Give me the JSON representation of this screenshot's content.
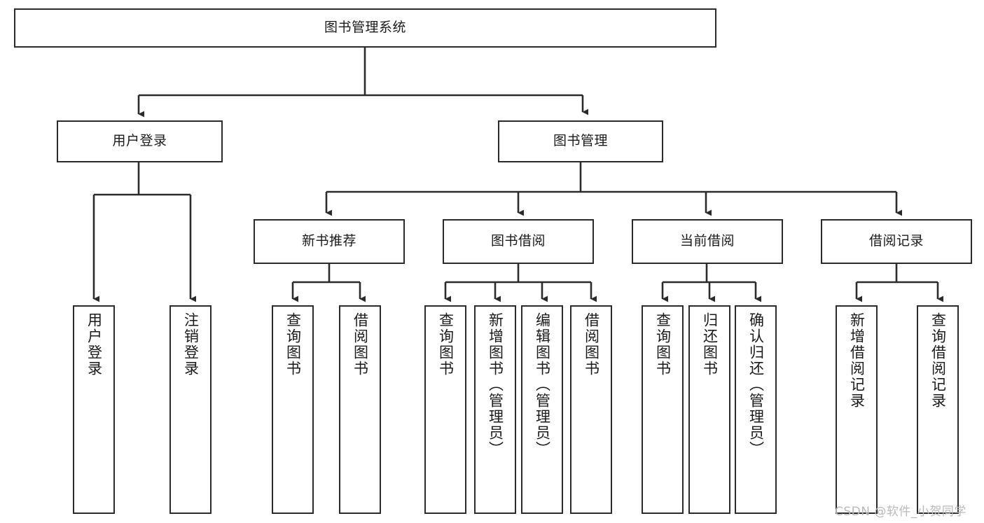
{
  "diagram": {
    "title": "图书管理系统",
    "type": "tree",
    "orientation": "top-down",
    "style": {
      "box_border_color": "#2b2b2b",
      "box_fill_color": "#ffffff",
      "connector_color": "#2b2b2b",
      "background_color": "#ffffff",
      "watermark_color": "#b9b9b9"
    },
    "root": {
      "label": "图书管理系统"
    },
    "level1": [
      {
        "id": "user-login",
        "label": "用户登录"
      },
      {
        "id": "book-management",
        "label": "图书管理"
      }
    ],
    "level2": [
      {
        "id": "new-book-recommend",
        "label": "新书推荐",
        "parent": "book-management"
      },
      {
        "id": "book-borrow",
        "label": "图书借阅",
        "parent": "book-management"
      },
      {
        "id": "current-borrow",
        "label": "当前借阅",
        "parent": "book-management"
      },
      {
        "id": "borrow-record",
        "label": "借阅记录",
        "parent": "book-management"
      }
    ],
    "leaves": {
      "user-login": [
        {
          "id": "leaf-user-login",
          "label": "用户登录"
        },
        {
          "id": "leaf-logout-login",
          "label": "注销登录"
        }
      ],
      "new-book-recommend": [
        {
          "id": "leaf-query-book-1",
          "label": "查询图书"
        },
        {
          "id": "leaf-borrow-book-1",
          "label": "借阅图书"
        }
      ],
      "book-borrow": [
        {
          "id": "leaf-query-book-2",
          "label": "查询图书"
        },
        {
          "id": "leaf-add-book",
          "label": "新增图书（管理员）"
        },
        {
          "id": "leaf-edit-book",
          "label": "编辑图书（管理员）"
        },
        {
          "id": "leaf-borrow-book-2",
          "label": "借阅图书"
        }
      ],
      "current-borrow": [
        {
          "id": "leaf-query-book-3",
          "label": "查询图书"
        },
        {
          "id": "leaf-return-book",
          "label": "归还图书"
        },
        {
          "id": "leaf-confirm-return",
          "label": "确认归还（管理员）"
        }
      ],
      "borrow-record": [
        {
          "id": "leaf-add-record",
          "label": "新增借阅记录"
        },
        {
          "id": "leaf-query-record",
          "label": "查询借阅记录"
        }
      ]
    }
  },
  "watermark": {
    "text": "CSDN @软件_小贺同学"
  }
}
